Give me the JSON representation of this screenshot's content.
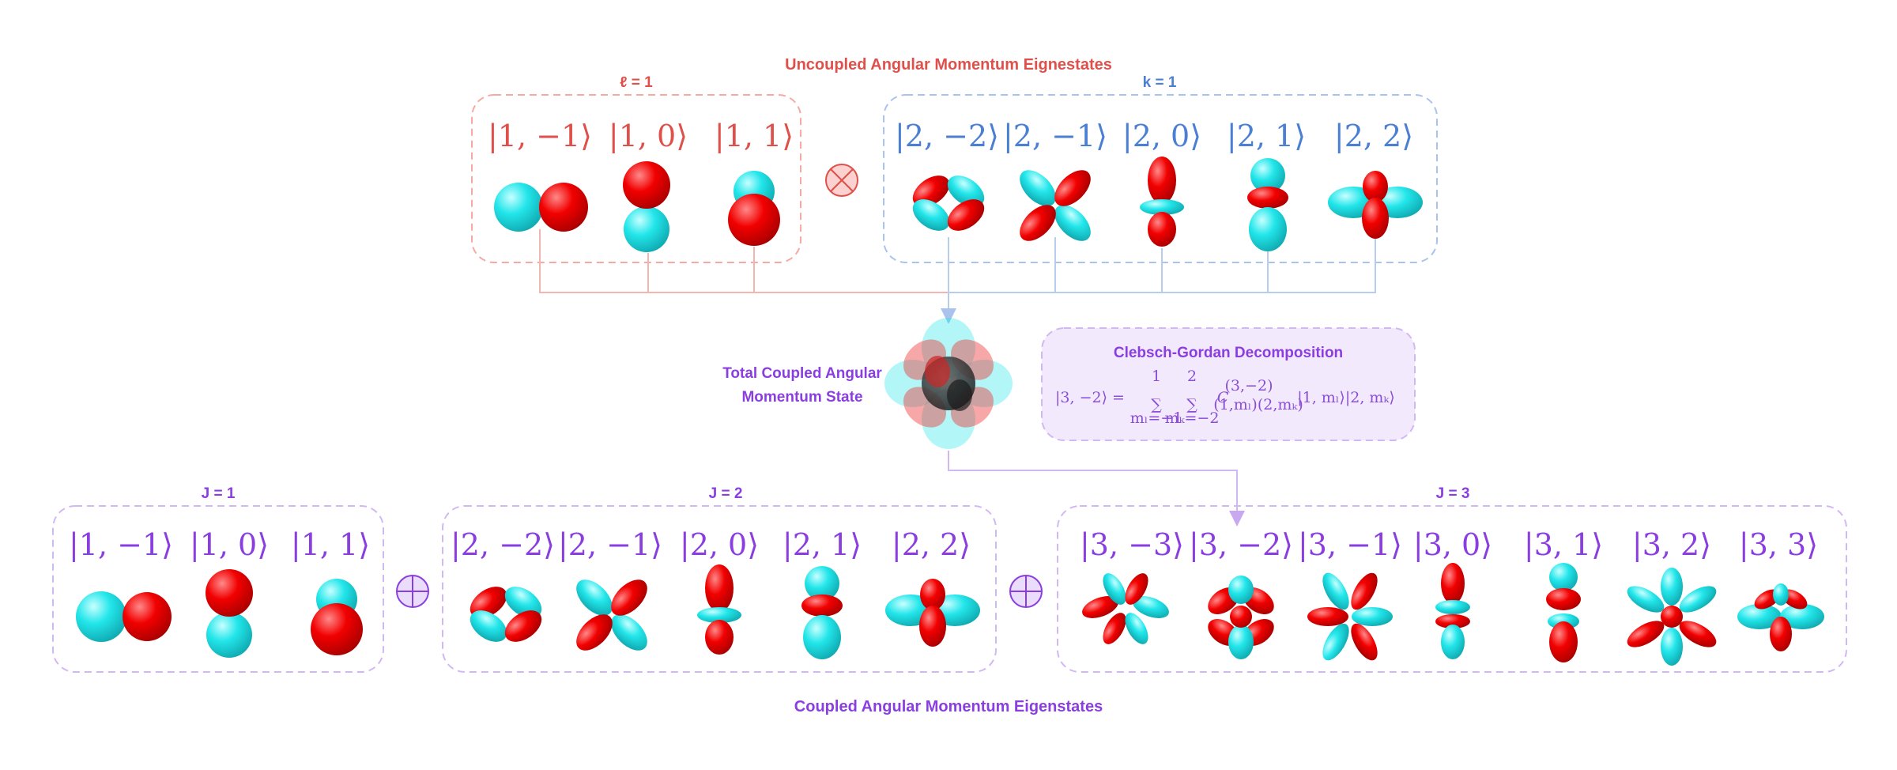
{
  "colors": {
    "red_text": "#e0504a",
    "blue_text": "#4a7fd4",
    "purple_text": "#8a3ee0",
    "red_box": "#f4a9a3",
    "blue_box": "#a9c3ec",
    "purple_box": "#d2b8f3",
    "purple_fill": "#f3e9fd",
    "lobe_red": "#ee0000",
    "lobe_cyan": "#19e3e8"
  },
  "top_title": "Uncoupled Angular Momentum Eignestates",
  "bottom_title": "Coupled Angular Momentum Eigenstates",
  "uncoupled": {
    "l_label": "ℓ = 1",
    "k_label": "k = 1",
    "l_states": [
      "|1, −1⟩",
      "|1, 0⟩",
      "|1, 1⟩"
    ],
    "k_states": [
      "|2, −2⟩",
      "|2, −1⟩",
      "|2, 0⟩",
      "|2, 1⟩",
      "|2, 2⟩"
    ],
    "tensor_symbol": "otimes-icon"
  },
  "center": {
    "label_line1": "Total Coupled Angular",
    "label_line2": "Momentum State"
  },
  "cg": {
    "title": "Clebsch-Gordan Decomposition",
    "lhs": "|3, −2⟩ =",
    "sum1_upper": "1",
    "sum1_lower": "mₗ=−1",
    "sum2_upper": "2",
    "sum2_lower": "mₖ=−2",
    "coef": "C",
    "coef_sup": "(3,−2)",
    "coef_sub": "(1,mₗ)(2,mₖ)",
    "rhs": "|1, mₗ⟩|2, mₖ⟩",
    "sigma": "∑"
  },
  "coupled": {
    "j1_label": "J = 1",
    "j2_label": "J = 2",
    "j3_label": "J = 3",
    "j1_states": [
      "|1, −1⟩",
      "|1, 0⟩",
      "|1, 1⟩"
    ],
    "j2_states": [
      "|2, −2⟩",
      "|2, −1⟩",
      "|2, 0⟩",
      "|2, 1⟩",
      "|2, 2⟩"
    ],
    "j3_states": [
      "|3, −3⟩",
      "|3, −2⟩",
      "|3, −1⟩",
      "|3, 0⟩",
      "|3, 1⟩",
      "|3, 2⟩",
      "|3, 3⟩"
    ],
    "direct_sum_symbol": "oplus-icon"
  }
}
